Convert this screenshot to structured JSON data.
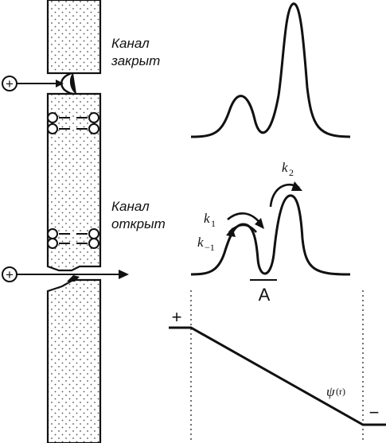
{
  "labels": {
    "channel_closed_line1": "Канал",
    "channel_closed_line2": "закрыт",
    "channel_open_line1": "Канал",
    "channel_open_line2": "открыт",
    "k1": "k",
    "k1_sub": "1",
    "k_minus1": "k",
    "k_minus1_sub": "−1",
    "k2": "k",
    "k2_sub": "2",
    "site": "A",
    "plus_sign": "+",
    "minus_sign": "−",
    "psi_symbol": "ψ",
    "psi_arg": "(r)",
    "ion_top": "+",
    "ion_bottom": "+"
  },
  "colors": {
    "ink": "#111111",
    "membrane_fill": "#f2f2f2",
    "dot": "#555555"
  }
}
